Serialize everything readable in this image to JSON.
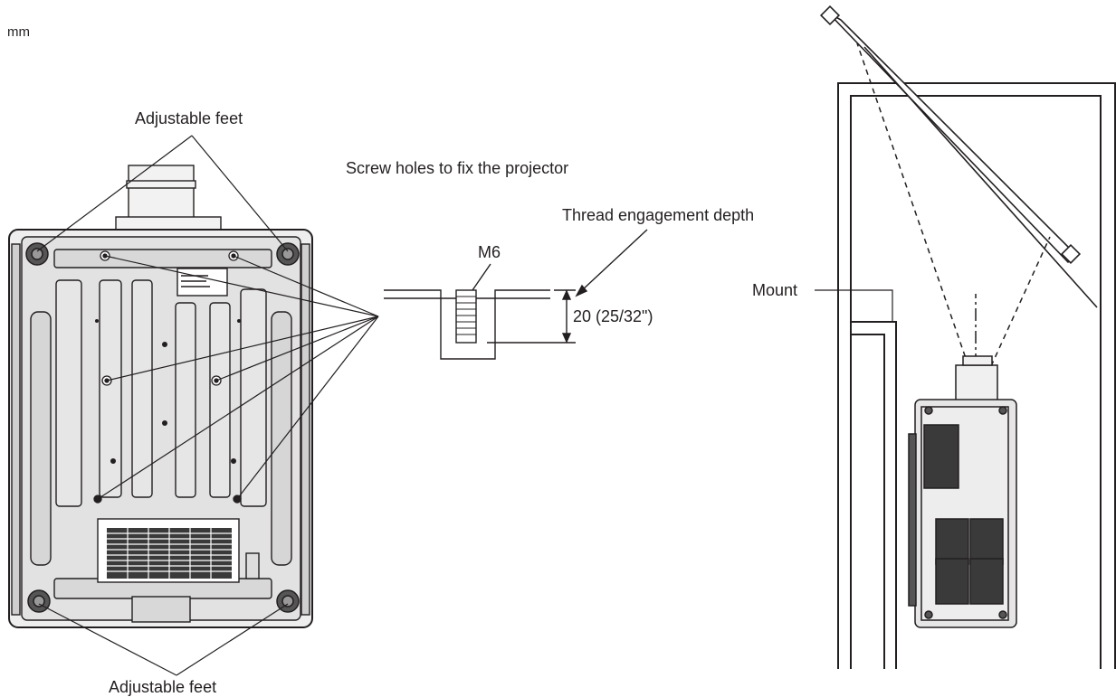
{
  "unit": "mm",
  "labels": {
    "adjustable_feet_top": "Adjustable feet",
    "adjustable_feet_bottom": "Adjustable feet",
    "screw_holes": "Screw holes to fix the projector",
    "thread_depth": "Thread engagement depth",
    "thread_size": "M6",
    "depth_value": "20 (25/32\")",
    "mount": "Mount"
  },
  "colors": {
    "line": "#231f20",
    "body_fill": "#e6e6e6",
    "vent_fill": "#3a3a3a"
  },
  "icons": [
    "projector-bottom-view-drawing",
    "screw-hole-section-drawing",
    "ceiling-mount-side-view-drawing"
  ]
}
